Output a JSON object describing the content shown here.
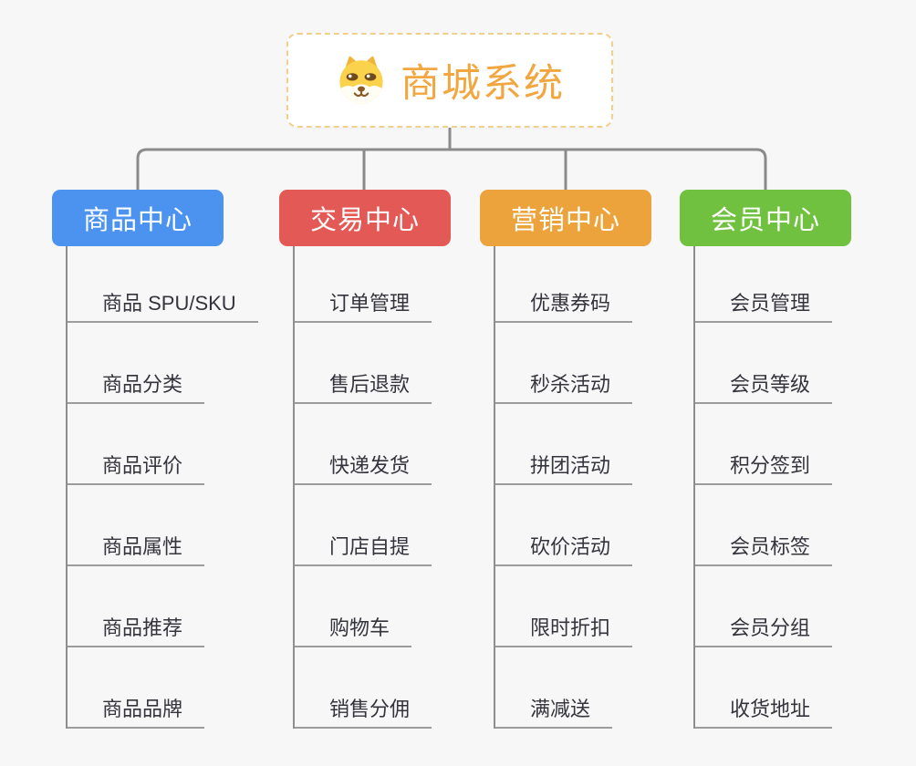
{
  "root": {
    "title": "商城系统",
    "icon": "shiba-dog-icon"
  },
  "branches": [
    {
      "label": "商品中心",
      "color": "#4B93EE",
      "items": [
        "商品 SPU/SKU",
        "商品分类",
        "商品评价",
        "商品属性",
        "商品推荐",
        "商品品牌"
      ]
    },
    {
      "label": "交易中心",
      "color": "#E25955",
      "items": [
        "订单管理",
        "售后退款",
        "快递发货",
        "门店自提",
        "购物车",
        "销售分佣"
      ]
    },
    {
      "label": "营销中心",
      "color": "#ECA33B",
      "items": [
        "优惠券码",
        "秒杀活动",
        "拼团活动",
        "砍价活动",
        "限时折扣",
        "满减送"
      ]
    },
    {
      "label": "会员中心",
      "color": "#6FC13F",
      "items": [
        "会员管理",
        "会员等级",
        "积分签到",
        "会员标签",
        "会员分组",
        "收货地址"
      ]
    }
  ],
  "colors": {
    "background": "#F7F7F8",
    "connector": "#8B8B8B",
    "item_underline": "#9C9C9C",
    "item_text": "#34343C",
    "root_border": "#F3CF8E",
    "root_title": "#F2A63F",
    "branch_product": "#4B93EE",
    "branch_trade": "#E25955",
    "branch_marketing": "#ECA33B",
    "branch_member": "#6FC13F"
  }
}
